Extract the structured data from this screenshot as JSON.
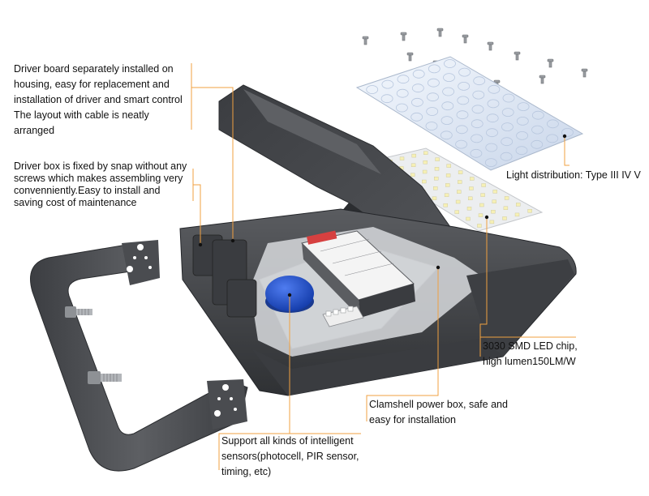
{
  "callouts": {
    "driver_board": "Driver board separately installed on\nhousing, easy for replacement and\ninstallation of driver and smart control\nThe layout with cable is neatly\narranged",
    "driver_box": "Driver box is fixed by snap without any\nscrews which makes assembling very\nconvenniently.Easy to install and\nsaving cost of maintenance",
    "light_distribution": "Light distribution: Type III IV V",
    "led_chip": "3030 SMD LED chip,\nhigh lumen150LM/W",
    "clamshell": "Clamshell power box, safe and\neasy for installation",
    "sensors": "Support all kinds of intelligent\nsensors(photocell, PIR sensor,\ntiming, etc)"
  },
  "colors": {
    "leader": "#f0a040",
    "housing": "#45474b",
    "sensor": "#1e4fd6",
    "led_board": "#e9ecef",
    "lens": "#dde7f5"
  }
}
